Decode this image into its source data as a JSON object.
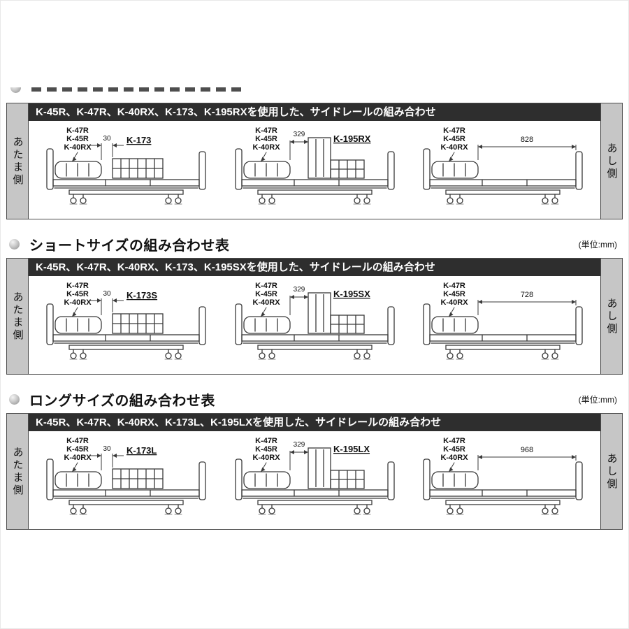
{
  "page": {
    "background": "#ffffff",
    "accent_header_bar": "#2e2e2e",
    "strip_color": "#c6c6c6"
  },
  "sections": [
    {
      "heading": "",
      "unit_note": "",
      "header_bar": "K-45R、K-47R、K-40RX、K-173、K-195RXを使用した、サイドレールの組み合わせ",
      "head_side_label": "あたま側",
      "foot_side_label": "あし側",
      "diagrams": [
        {
          "rail1": "K-47R",
          "rail2": "K-45R",
          "rail3": "K-40RX",
          "dimension": "30",
          "product": "K-173"
        },
        {
          "rail1": "K-47R",
          "rail2": "K-45R",
          "rail3": "K-40RX",
          "dimension": "329",
          "product": "K-195RX"
        },
        {
          "rail1": "K-47R",
          "rail2": "K-45R",
          "rail3": "K-40RX",
          "dimension": "828",
          "product": ""
        }
      ]
    },
    {
      "heading": "ショートサイズの組み合わせ表",
      "unit_note": "(単位:mm)",
      "header_bar": "K-45R、K-47R、K-40RX、K-173、K-195SXを使用した、サイドレールの組み合わせ",
      "head_side_label": "あたま側",
      "foot_side_label": "あし側",
      "diagrams": [
        {
          "rail1": "K-47R",
          "rail2": "K-45R",
          "rail3": "K-40RX",
          "dimension": "30",
          "product": "K-173S"
        },
        {
          "rail1": "K-47R",
          "rail2": "K-45R",
          "rail3": "K-40RX",
          "dimension": "329",
          "product": "K-195SX"
        },
        {
          "rail1": "K-47R",
          "rail2": "K-45R",
          "rail3": "K-40RX",
          "dimension": "728",
          "product": ""
        }
      ]
    },
    {
      "heading": "ロングサイズの組み合わせ表",
      "unit_note": "(単位:mm)",
      "header_bar": "K-45R、K-47R、K-40RX、K-173L、K-195LXを使用した、サイドレールの組み合わせ",
      "head_side_label": "あたま側",
      "foot_side_label": "あし側",
      "diagrams": [
        {
          "rail1": "K-47R",
          "rail2": "K-45R",
          "rail3": "K-40RX",
          "dimension": "30",
          "product": "K-173L"
        },
        {
          "rail1": "K-47R",
          "rail2": "K-45R",
          "rail3": "K-40RX",
          "dimension": "329",
          "product": "K-195LX"
        },
        {
          "rail1": "K-47R",
          "rail2": "K-45R",
          "rail3": "K-40RX",
          "dimension": "968",
          "product": ""
        }
      ]
    }
  ]
}
